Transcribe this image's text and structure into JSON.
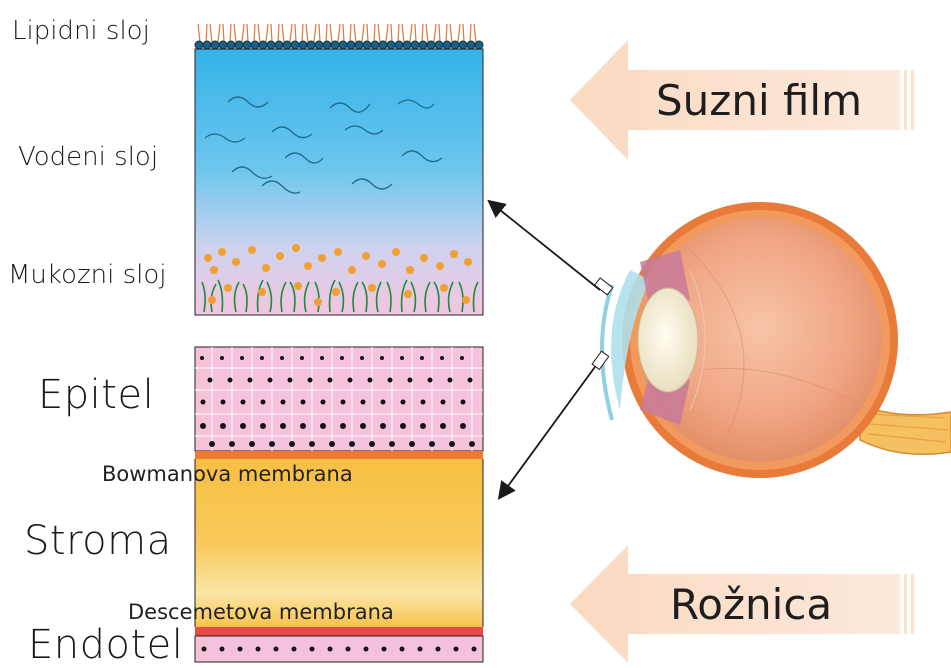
{
  "tear_film_layers": {
    "lipid": "Lipidni sloj",
    "aqueous": "Vodeni sloj",
    "mucous": "Mukozni sloj"
  },
  "cornea_layers": {
    "epithelium": "Epitel",
    "bowman": "Bowmanova membrana",
    "stroma": "Stroma",
    "descemet": "Descemetova membrana",
    "endothelium": "Endotel"
  },
  "big_labels": {
    "tear_film": "Suzni film",
    "cornea": "Rožnica"
  },
  "colors": {
    "aqueous_top": "#38b4e6",
    "aqueous_bottom": "#f0c8e0",
    "mucin_dot": "#f0a030",
    "mucin_stalk": "#1f8a3a",
    "epithelium_cell": "#f4b8d4",
    "stroma": "#f8c850",
    "bowman": "#ee7a30",
    "descemet": "#e84a4a",
    "arrow_fill": "#fbe0cc",
    "eye_orange": "#e87a3a"
  },
  "icons": {
    "pointer_top": "arrow-icon",
    "pointer_bottom": "arrow-icon"
  }
}
